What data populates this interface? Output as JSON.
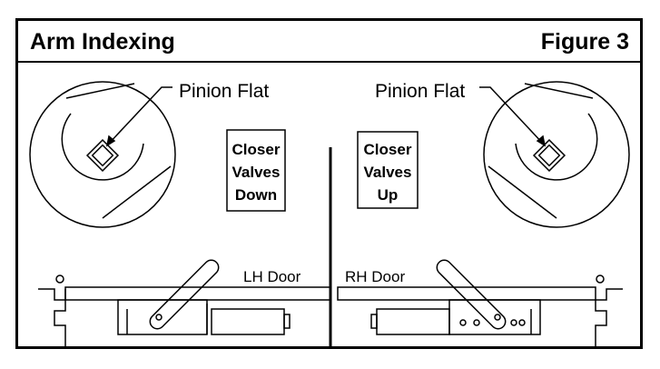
{
  "header": {
    "title": "Arm Indexing",
    "figure_label": "Figure 3"
  },
  "left_panel": {
    "pinion_label": "Pinion Flat",
    "valve_box_lines": [
      "Closer",
      "Valves",
      "Down"
    ],
    "door_label": "LH Door"
  },
  "right_panel": {
    "pinion_label": "Pinion Flat",
    "valve_box_lines": [
      "Closer",
      "Valves",
      "Up"
    ],
    "door_label": "RH Door"
  }
}
